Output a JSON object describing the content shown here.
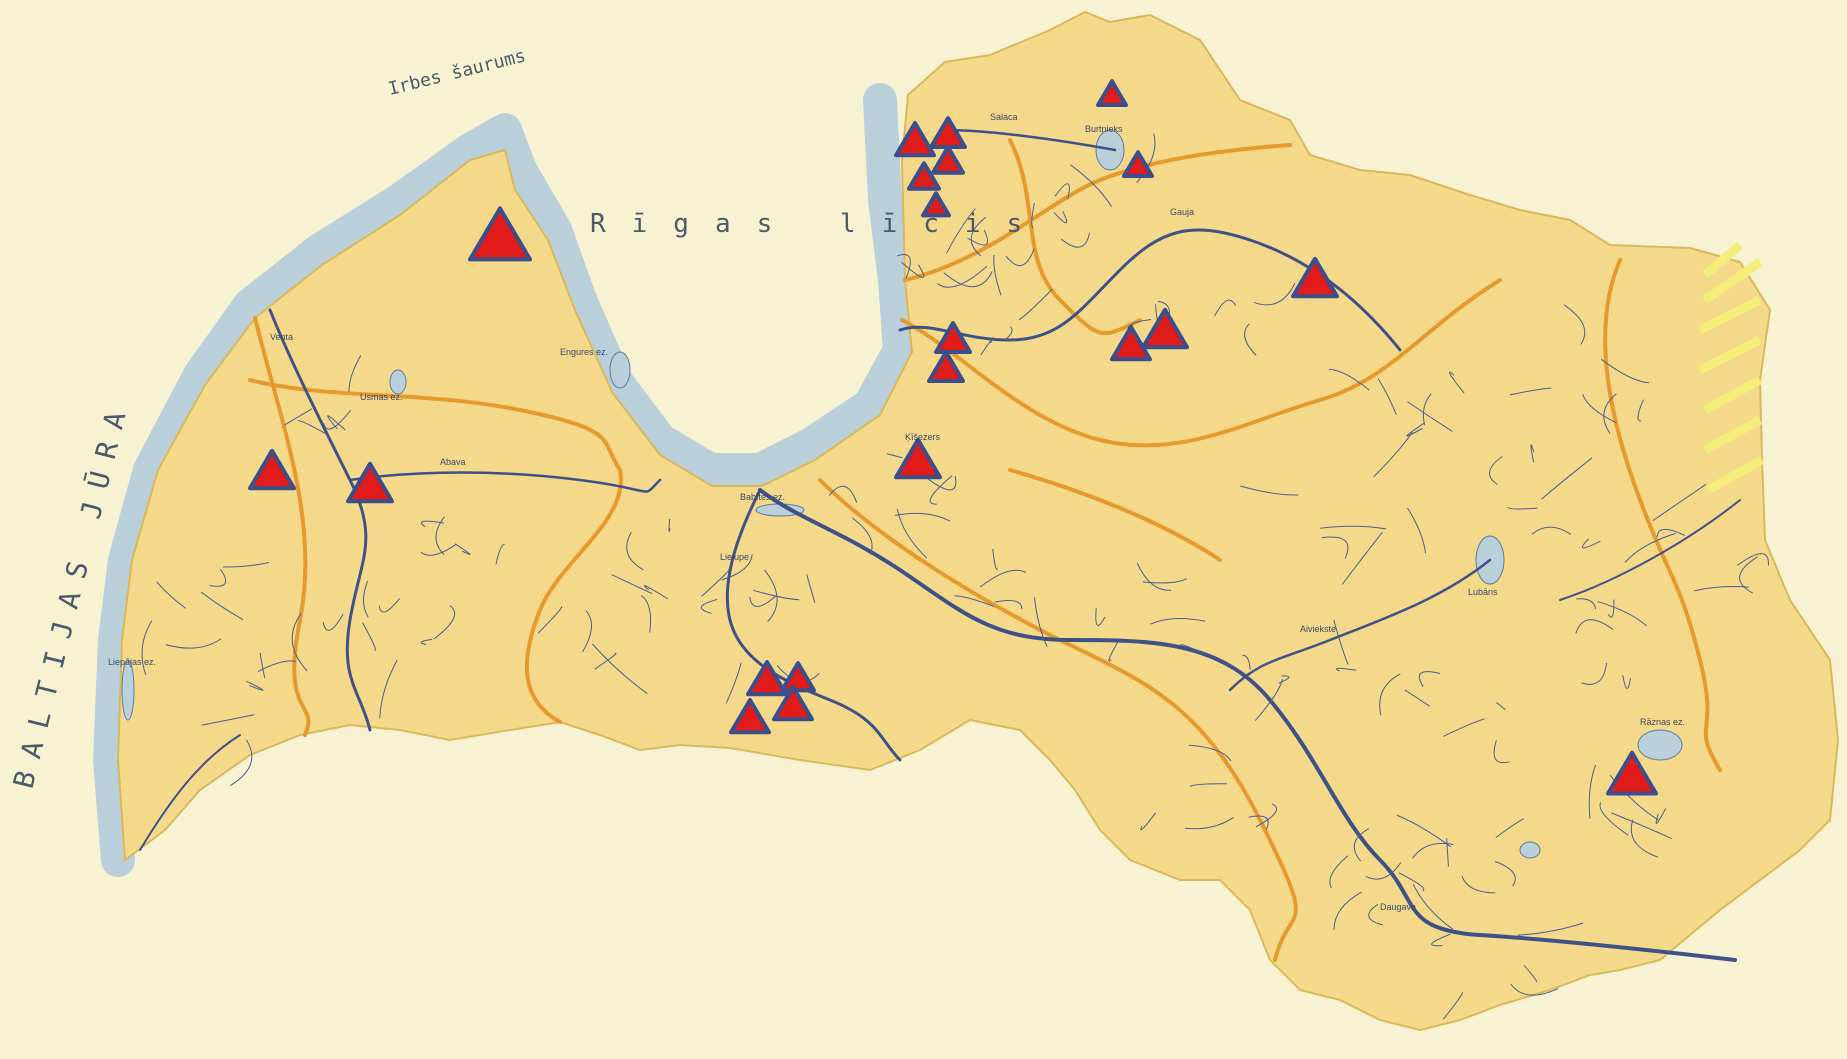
{
  "map": {
    "labels": {
      "baltic_sea": "BALTIJAS JŪRA",
      "irbe_strait": "Irbes šaurums",
      "gulf_of_riga": "Rīgas līcis"
    },
    "places": [
      "Liepājas ez.",
      "Usmas ez.",
      "Rāznas ez.",
      "Burtnieks",
      "Lubāns",
      "Daugava",
      "Gauja",
      "Venta",
      "Abava",
      "Lielupe",
      "Aiviekste",
      "Salaca",
      "Engures ez.",
      "Babītes ez.",
      "Ķīšezers"
    ],
    "colors": {
      "land": "#f5d98a",
      "sea": "#b9d0da",
      "paper": "#f7f3d2",
      "rivers": "#3e5287",
      "basin_border": "#e69a2e",
      "marker_fill": "#e21b1b",
      "marker_stroke": "#3a4f8c",
      "border_hatch": "#f3ee7a"
    },
    "marker_icon": "triangle-marker-icon",
    "marker_count": 21
  }
}
